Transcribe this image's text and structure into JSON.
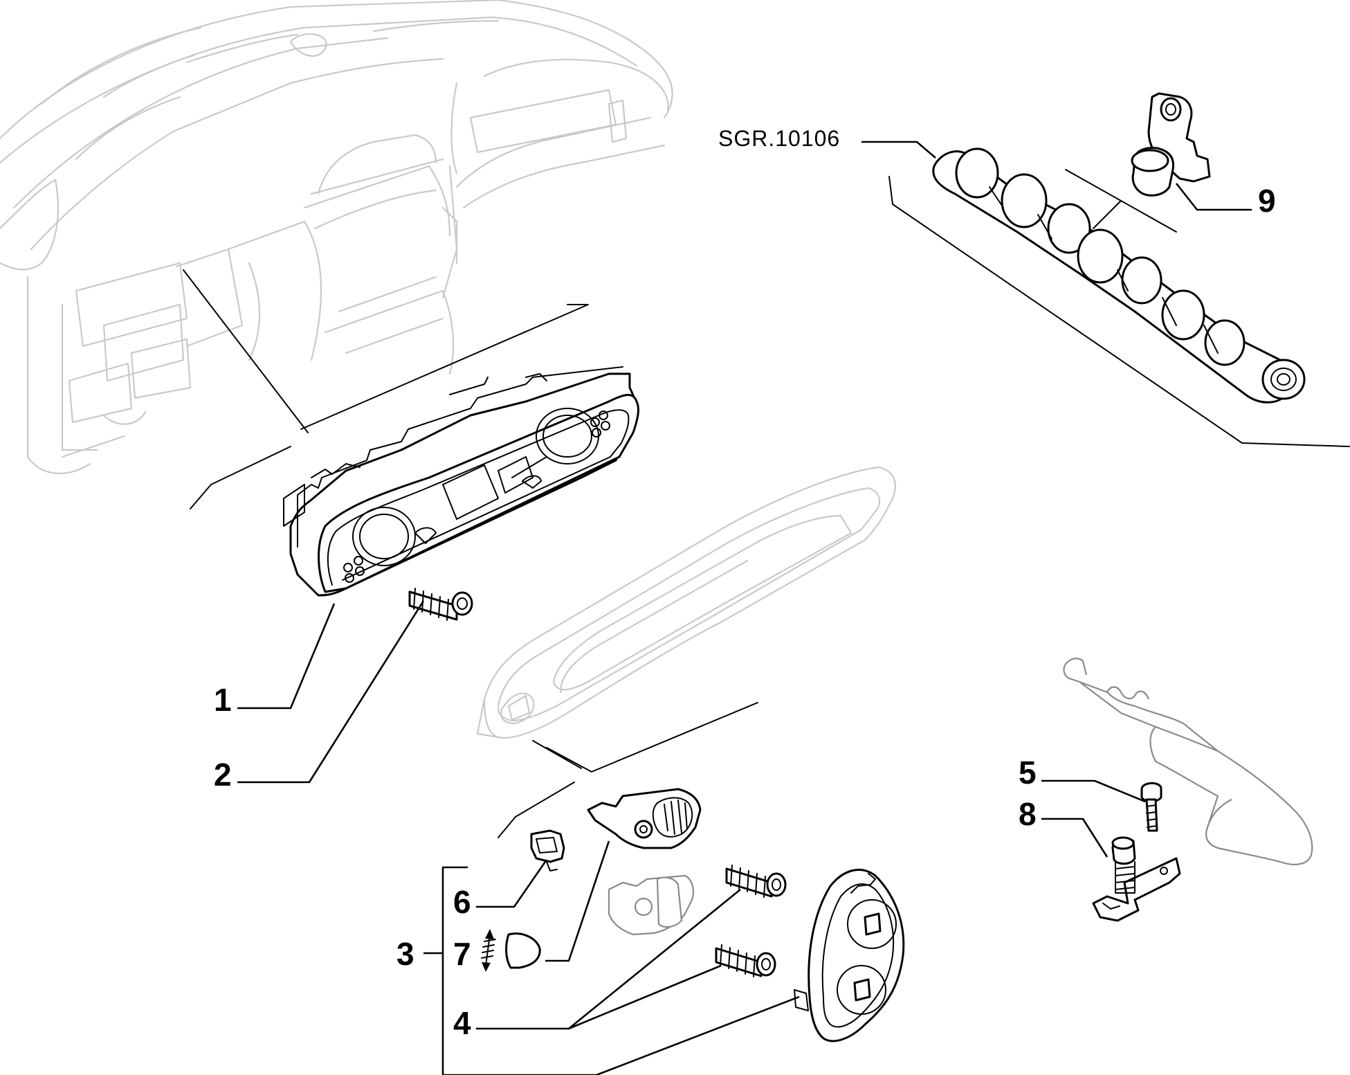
{
  "diagram": {
    "reference": "SGR.10106",
    "callouts": {
      "n1": "1",
      "n2": "2",
      "n3": "3",
      "n4": "4",
      "n5": "5",
      "n6": "6",
      "n7": "7",
      "n8": "8",
      "n9": "9"
    }
  }
}
